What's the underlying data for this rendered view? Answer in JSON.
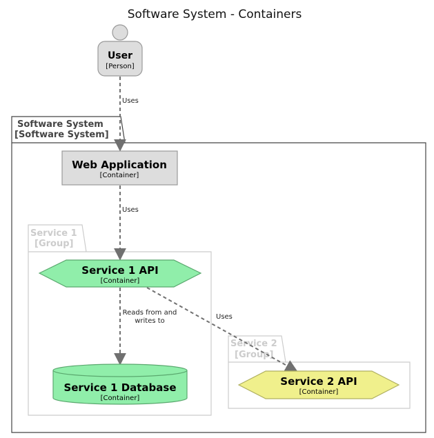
{
  "title": "Software System - Containers",
  "colors": {
    "person_fill": "#dddddd",
    "container_gray_fill": "#dddddd",
    "service1_fill": "#90eeaa",
    "service1_stroke": "#5aa86e",
    "service2_fill": "#f0f08c",
    "service2_stroke": "#b0b060",
    "edge": "#707070",
    "group_stroke": "#cccccc",
    "boundary_stroke": "#444444"
  },
  "person": {
    "name": "User",
    "type": "[Person]",
    "icon": "person-icon"
  },
  "boundary": {
    "name": "Software System",
    "type": "[Software System]"
  },
  "web_app": {
    "name": "Web Application",
    "type": "[Container]"
  },
  "group1": {
    "name": "Service 1",
    "type": "[Group]"
  },
  "service1_api": {
    "name": "Service 1 API",
    "type": "[Container]"
  },
  "service1_db": {
    "name": "Service 1 Database",
    "type": "[Container]"
  },
  "group2": {
    "name": "Service 2",
    "type": "[Group]"
  },
  "service2_api": {
    "name": "Service 2 API",
    "type": "[Container]"
  },
  "edges": {
    "user_to_web": "Uses",
    "web_to_api1": "Uses",
    "api1_to_db_line1": "Reads from and",
    "api1_to_db_line2": "writes to",
    "api1_to_api2": "Uses"
  }
}
